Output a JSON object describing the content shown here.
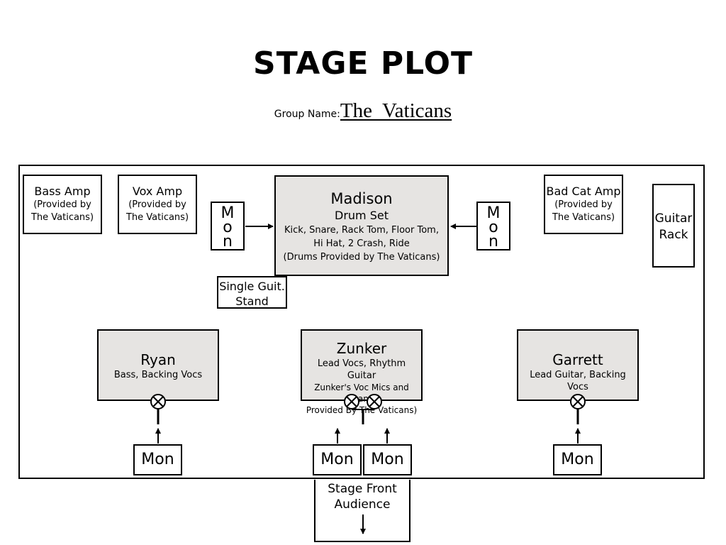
{
  "header": {
    "title": "STAGE PLOT",
    "group_label": "Group Name:",
    "group_name": "The  Vaticans"
  },
  "amps": {
    "bass": {
      "title": "Bass Amp",
      "line1": "(Provided by",
      "line2": "The Vaticans)"
    },
    "vox": {
      "title": "Vox Amp",
      "line1": "(Provided by",
      "line2": "The Vaticans)"
    },
    "badcat": {
      "title": "Bad Cat Amp",
      "line1": "(Provided by",
      "line2": "The Vaticans)"
    }
  },
  "guitar_rack": {
    "line1": "Guitar",
    "line2": "Rack"
  },
  "drums": {
    "name": "Madison",
    "subtitle": "Drum Set",
    "line1": "Kick, Snare, Rack Tom, Floor Tom,",
    "line2": "Hi Hat, 2 Crash, Ride",
    "line3": "(Drums Provided by The Vaticans)"
  },
  "drum_monitor": {
    "l1": "M",
    "l2": "o",
    "l3": "n"
  },
  "guitar_stand": {
    "line1": "Single Guit.",
    "line2": "Stand"
  },
  "players": {
    "ryan": {
      "name": "Ryan",
      "role": "Bass, Backing Vocs"
    },
    "zunker": {
      "name": "Zunker",
      "role": "Lead Vocs, Rhythm Guitar",
      "note1": "Zunker's Voc Mics and Stand",
      "note2": "Provided By The Vaticans)"
    },
    "garrett": {
      "name": "Garrett",
      "role": "Lead Guitar, Backing Vocs"
    }
  },
  "monitor_label": "Mon",
  "stage_front": {
    "line1": "Stage Front",
    "line2": "Audience"
  }
}
